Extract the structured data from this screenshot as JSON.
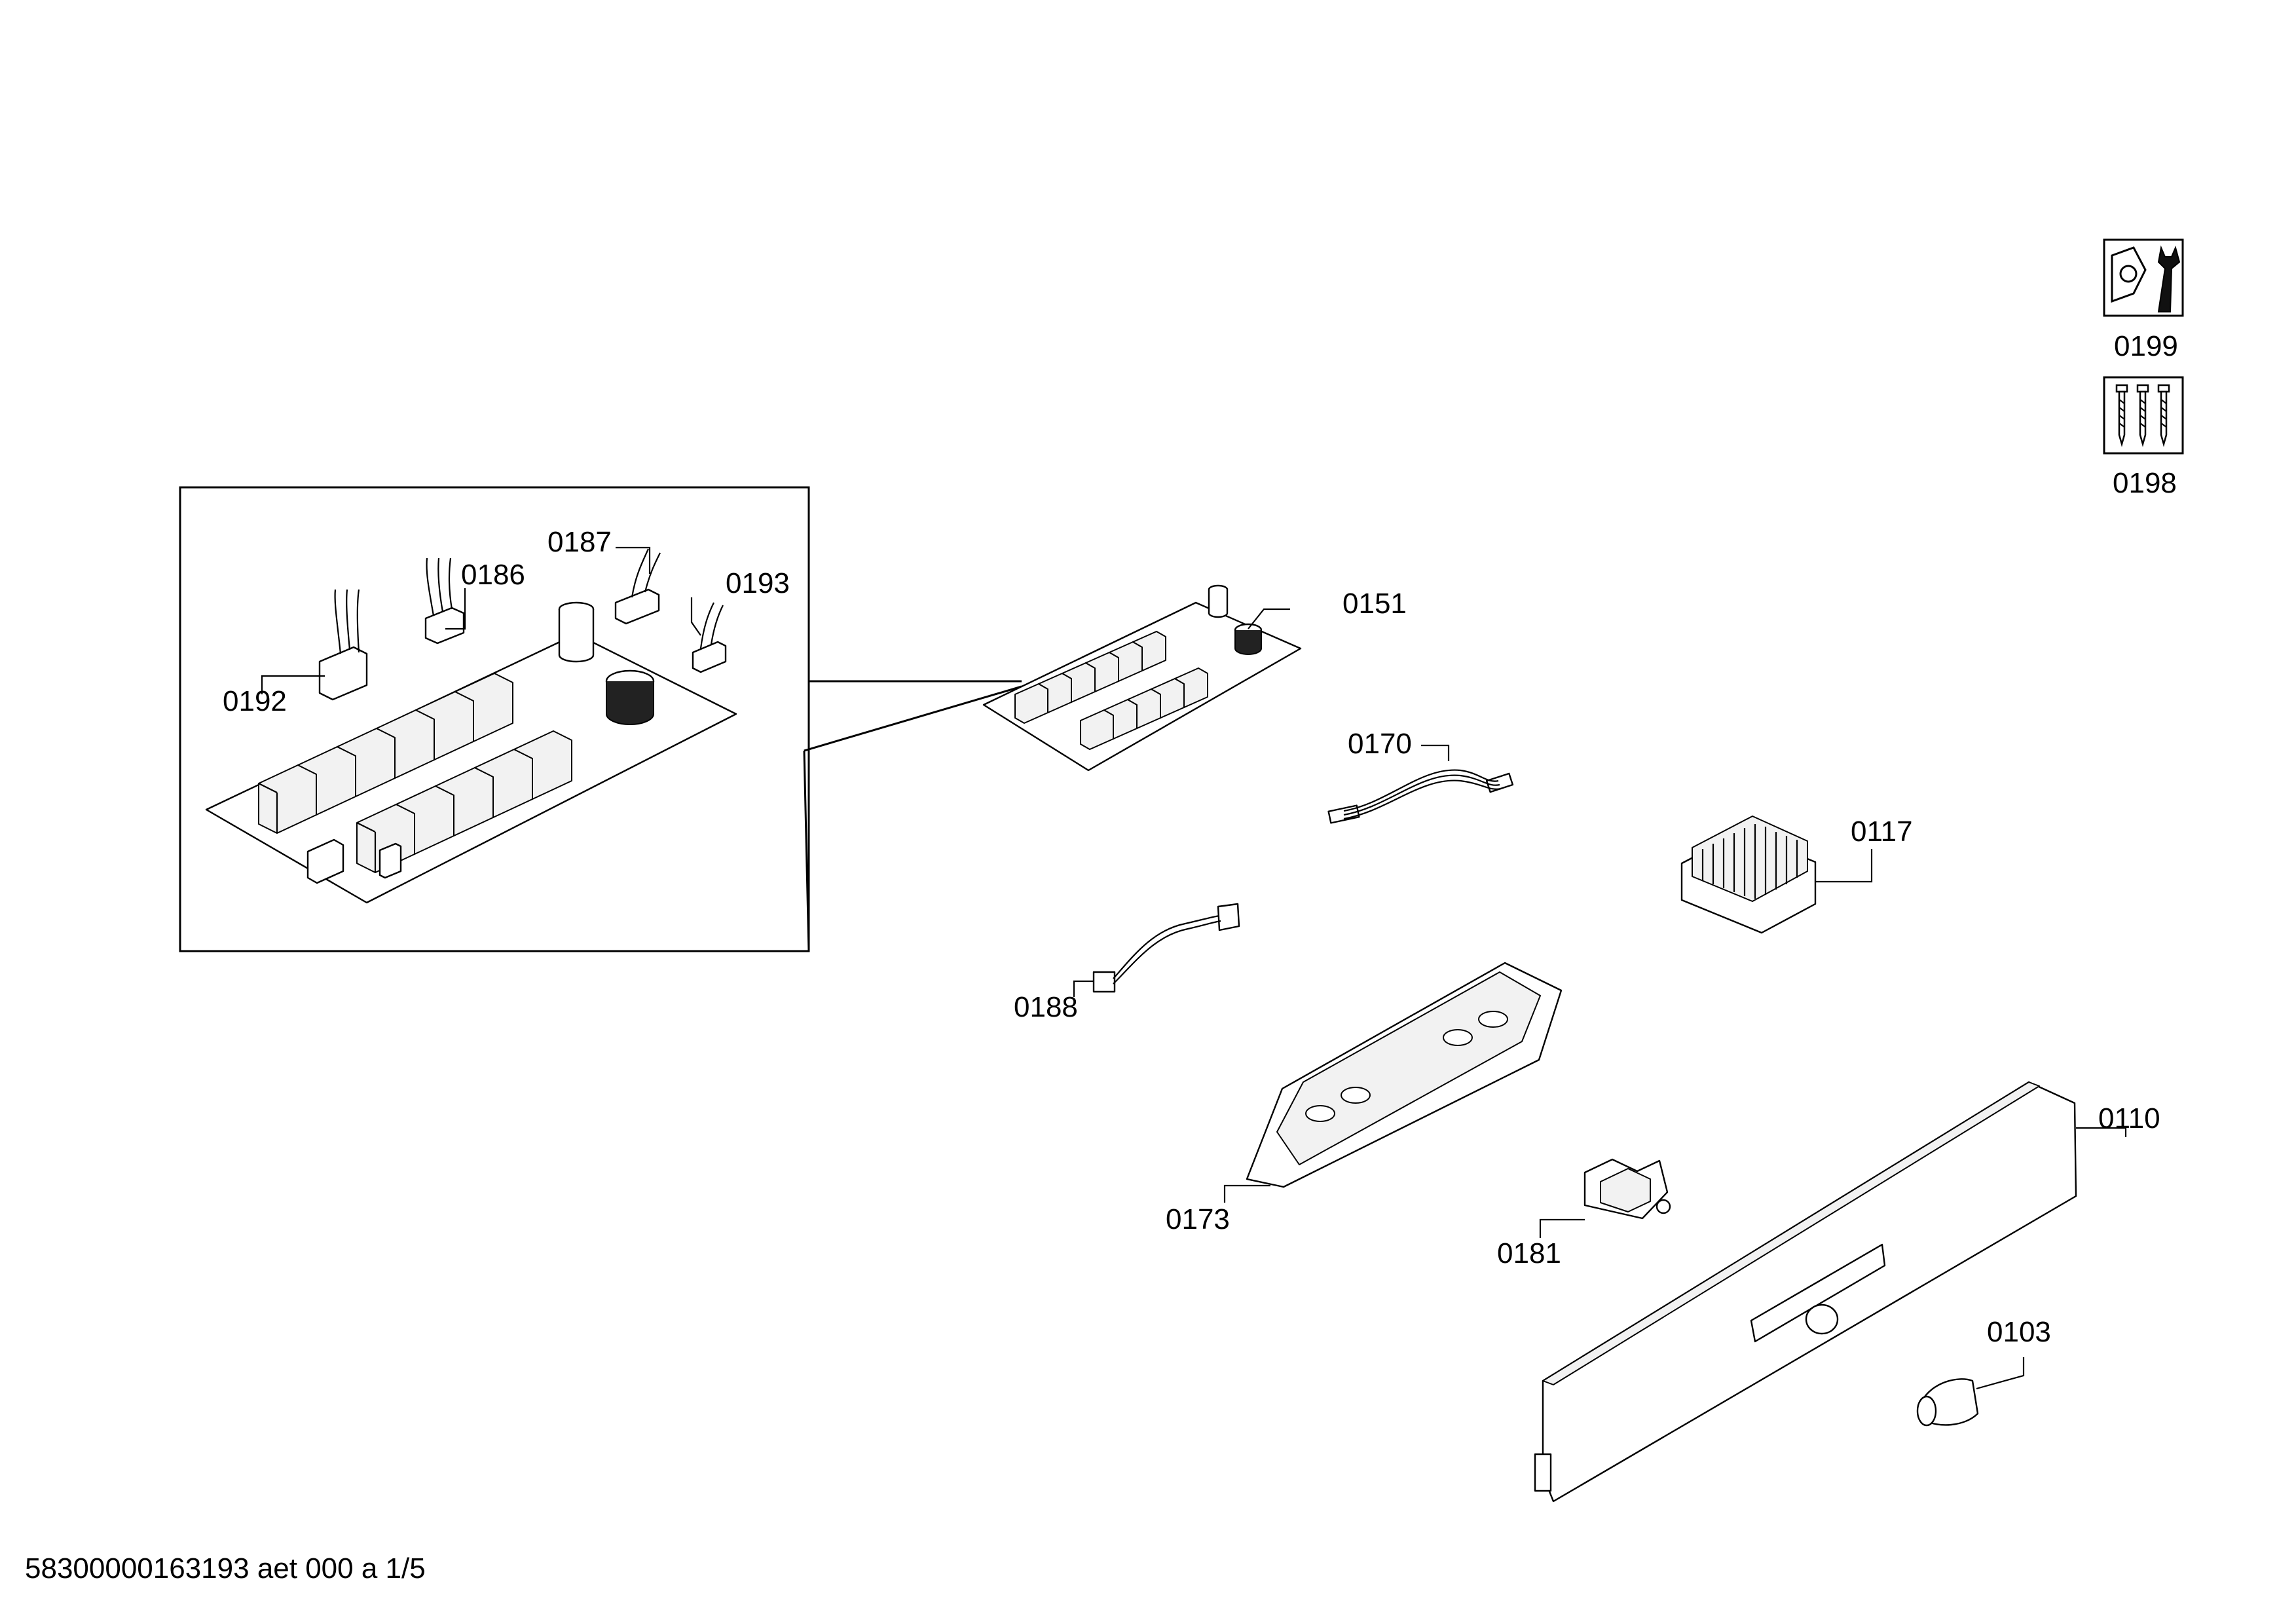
{
  "document_code": "58300000163193 aet 000 a 1/5",
  "icons": {
    "tool_kit": {
      "icon": "nut-and-wrench-icon",
      "label": "0199"
    },
    "screw_kit": {
      "icon": "screws-icon",
      "label": "0198"
    }
  },
  "parts": {
    "p0151": "0151",
    "p0170": "0170",
    "p0117": "0117",
    "p0188": "0188",
    "p0173": "0173",
    "p0110": "0110",
    "p0181": "0181",
    "p0103": "0103"
  },
  "detail": {
    "p0187": "0187",
    "p0186": "0186",
    "p0193": "0193",
    "p0192": "0192"
  }
}
